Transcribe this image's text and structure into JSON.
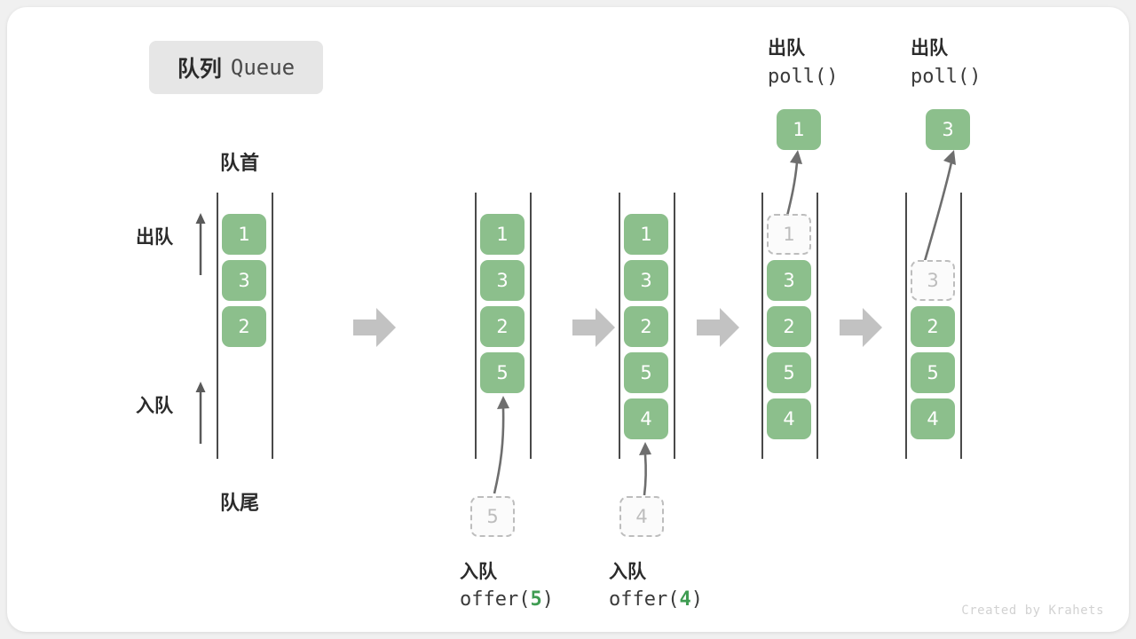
{
  "title": {
    "cn": "队列",
    "en": "Queue"
  },
  "credit": "Created by Krahets",
  "axis_labels": {
    "head": "队首",
    "tail": "队尾",
    "dequeue": "出队",
    "enqueue": "入队"
  },
  "ops": {
    "enqueue_cn": "入队",
    "dequeue_cn": "出队",
    "offer5": "offer(5)",
    "offer5_prefix": "offer(",
    "offer5_value": "5",
    "offer5_suffix": ")",
    "offer4_prefix": "offer(",
    "offer4_value": "4",
    "offer4_suffix": ")",
    "poll": "poll()"
  },
  "colors": {
    "element": "#8cbf8c",
    "ghost_border": "#bdbdbd",
    "rail": "#4a4a4a",
    "transition_arrow": "#c2c2c2",
    "curve_arrow": "#6e6e6e",
    "text": "#2b2b2b",
    "badge_bg": "#e6e6e6",
    "accent_green_text": "#3f9c52"
  },
  "stages": [
    {
      "name": "initial",
      "cells": [
        "1",
        "3",
        "2"
      ],
      "ghost_top": null
    },
    {
      "name": "after-offer-5",
      "cells": [
        "1",
        "3",
        "2",
        "5"
      ],
      "incoming": "5",
      "op_cn": "入队",
      "op_code_prefix": "offer(",
      "op_code_value": "5",
      "op_code_suffix": ")"
    },
    {
      "name": "after-offer-4",
      "cells": [
        "1",
        "3",
        "2",
        "5",
        "4"
      ],
      "incoming": "4",
      "op_cn": "入队",
      "op_code_prefix": "offer(",
      "op_code_value": "4",
      "op_code_suffix": ")"
    },
    {
      "name": "after-poll-1",
      "ghost": "1",
      "cells": [
        "3",
        "2",
        "5",
        "4"
      ],
      "popped": "1",
      "op_cn": "出队",
      "op_code": "poll()"
    },
    {
      "name": "after-poll-3",
      "ghost": "3",
      "cells": [
        "2",
        "5",
        "4"
      ],
      "popped": "3",
      "op_cn": "出队",
      "op_code": "poll()"
    }
  ]
}
